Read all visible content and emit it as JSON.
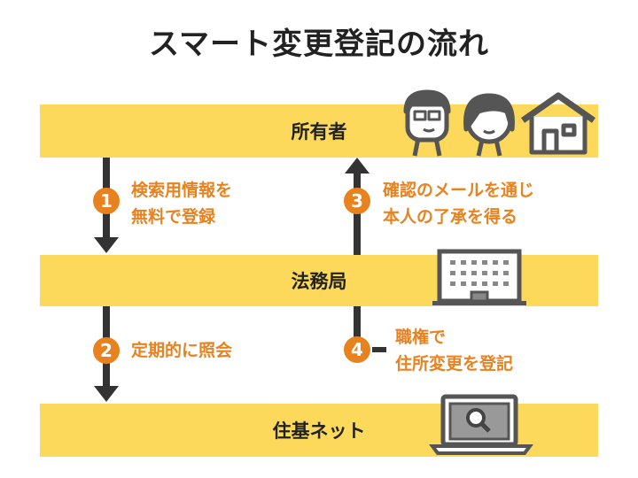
{
  "title": "スマート変更登記の流れ",
  "nodes": {
    "owner": "所有者",
    "bureau": "法務局",
    "juki": "住基ネット"
  },
  "steps": [
    {
      "num": "1",
      "line1": "検索用情報を",
      "line2": "無料で登録"
    },
    {
      "num": "2",
      "line1": "定期的に照会"
    },
    {
      "num": "3",
      "line1": "確認のメールを通じ",
      "line2": "本人の了承を得る"
    },
    {
      "num": "4",
      "line1": "職権で",
      "line2": "住所変更を登記"
    }
  ],
  "colors": {
    "bar": "#fcd95a",
    "accent": "#e8821e",
    "dark": "#333333"
  }
}
